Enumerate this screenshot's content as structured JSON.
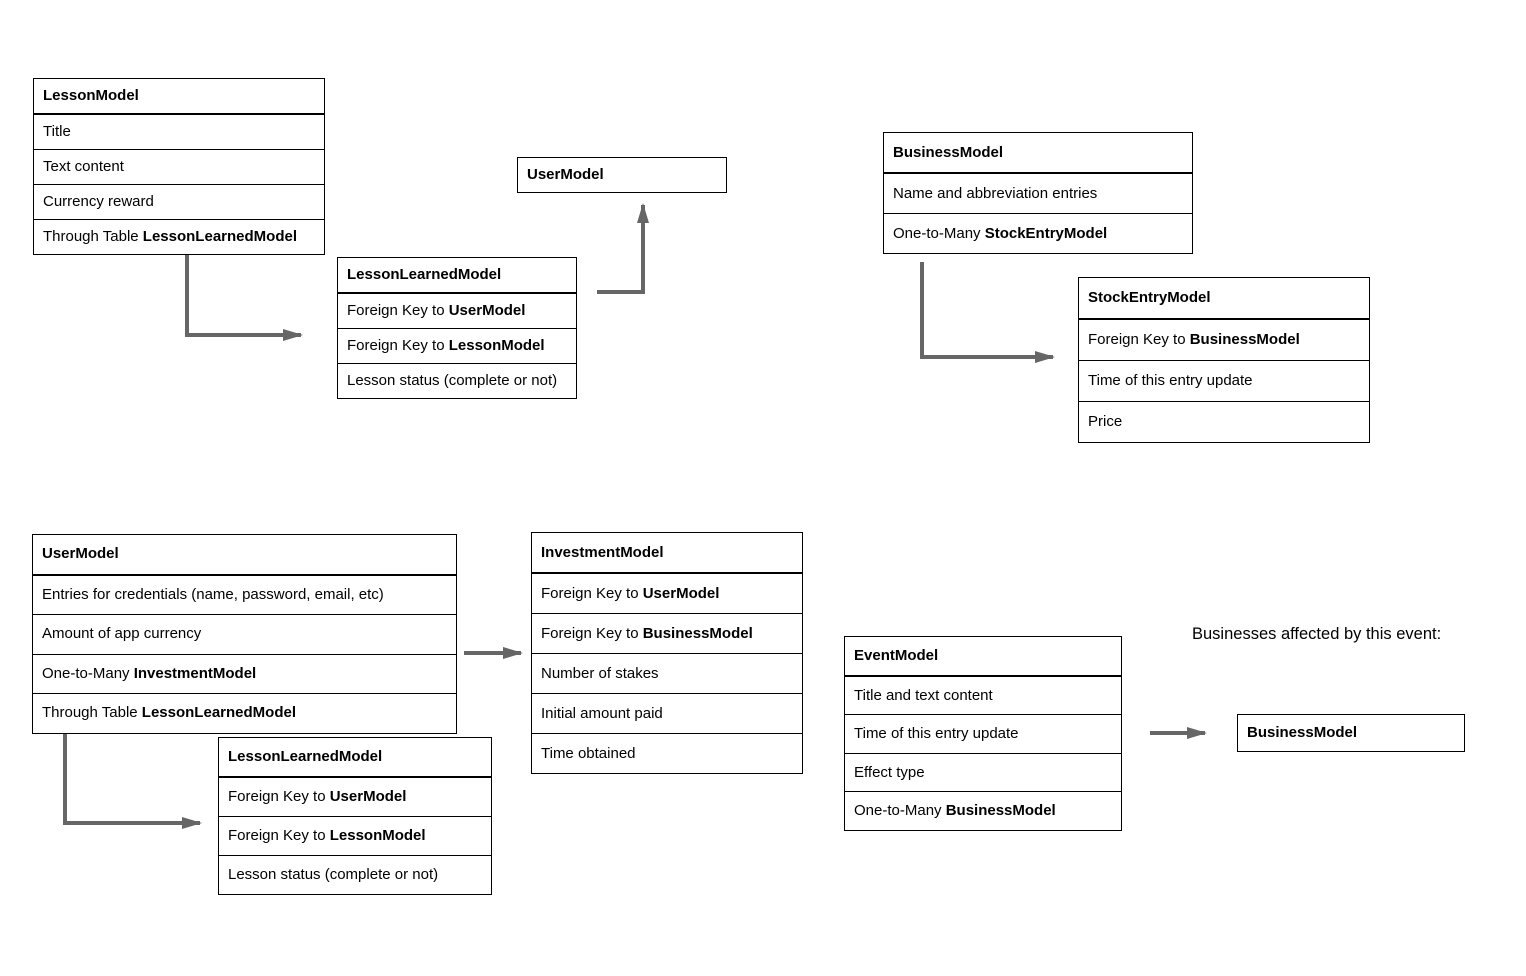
{
  "colors": {
    "background": "#ffffff",
    "table_border": "#000000",
    "table_text": "#000000",
    "arrow": "#666666"
  },
  "labels": {
    "businesses_affected": "Businesses affected by this event:"
  },
  "tables": {
    "lessonModel": {
      "title": "LessonModel",
      "rows": [
        [
          {
            "text": "Title"
          }
        ],
        [
          {
            "text": "Text content"
          }
        ],
        [
          {
            "text": "Currency reward"
          }
        ],
        [
          {
            "text": "Through Table "
          },
          {
            "text": "LessonLearnedModel",
            "bold": true
          }
        ]
      ]
    },
    "userModelTop": {
      "title": "UserModel",
      "rows": []
    },
    "lessonLearnedTop": {
      "title": "LessonLearnedModel",
      "rows": [
        [
          {
            "text": "Foreign Key to "
          },
          {
            "text": "UserModel",
            "bold": true
          }
        ],
        [
          {
            "text": "Foreign Key to "
          },
          {
            "text": "LessonModel",
            "bold": true
          }
        ],
        [
          {
            "text": "Lesson status (complete or not)"
          }
        ]
      ]
    },
    "businessModel": {
      "title": "BusinessModel",
      "rows": [
        [
          {
            "text": "Name and abbreviation entries"
          }
        ],
        [
          {
            "text": "One-to-Many "
          },
          {
            "text": "StockEntryModel",
            "bold": true
          }
        ]
      ]
    },
    "stockEntryModel": {
      "title": "StockEntryModel",
      "rows": [
        [
          {
            "text": "Foreign Key to "
          },
          {
            "text": "BusinessModel",
            "bold": true
          }
        ],
        [
          {
            "text": "Time of this entry update"
          }
        ],
        [
          {
            "text": "Price"
          }
        ]
      ]
    },
    "userModelBottom": {
      "title": "UserModel",
      "rows": [
        [
          {
            "text": "Entries for credentials (name, password, email, etc)"
          }
        ],
        [
          {
            "text": "Amount of app currency"
          }
        ],
        [
          {
            "text": "One-to-Many "
          },
          {
            "text": "InvestmentModel",
            "bold": true
          }
        ],
        [
          {
            "text": "Through Table "
          },
          {
            "text": "LessonLearnedModel",
            "bold": true
          }
        ]
      ]
    },
    "investmentModel": {
      "title": "InvestmentModel",
      "rows": [
        [
          {
            "text": "Foreign Key to "
          },
          {
            "text": "UserModel",
            "bold": true
          }
        ],
        [
          {
            "text": "Foreign Key to "
          },
          {
            "text": "BusinessModel",
            "bold": true
          }
        ],
        [
          {
            "text": "Number of stakes"
          }
        ],
        [
          {
            "text": "Initial amount paid"
          }
        ],
        [
          {
            "text": "Time obtained"
          }
        ]
      ]
    },
    "lessonLearnedBottom": {
      "title": "LessonLearnedModel",
      "rows": [
        [
          {
            "text": "Foreign Key to "
          },
          {
            "text": "UserModel",
            "bold": true
          }
        ],
        [
          {
            "text": "Foreign Key to "
          },
          {
            "text": "LessonModel",
            "bold": true
          }
        ],
        [
          {
            "text": "Lesson status (complete or not)"
          }
        ]
      ]
    },
    "eventModel": {
      "title": "EventModel",
      "rows": [
        [
          {
            "text": "Title and text content"
          }
        ],
        [
          {
            "text": "Time of this entry update"
          }
        ],
        [
          {
            "text": "Effect type"
          }
        ],
        [
          {
            "text": "One-to-Many "
          },
          {
            "text": "BusinessModel",
            "bold": true
          }
        ]
      ]
    },
    "businessModelRef": {
      "title": "BusinessModel",
      "rows": []
    }
  }
}
